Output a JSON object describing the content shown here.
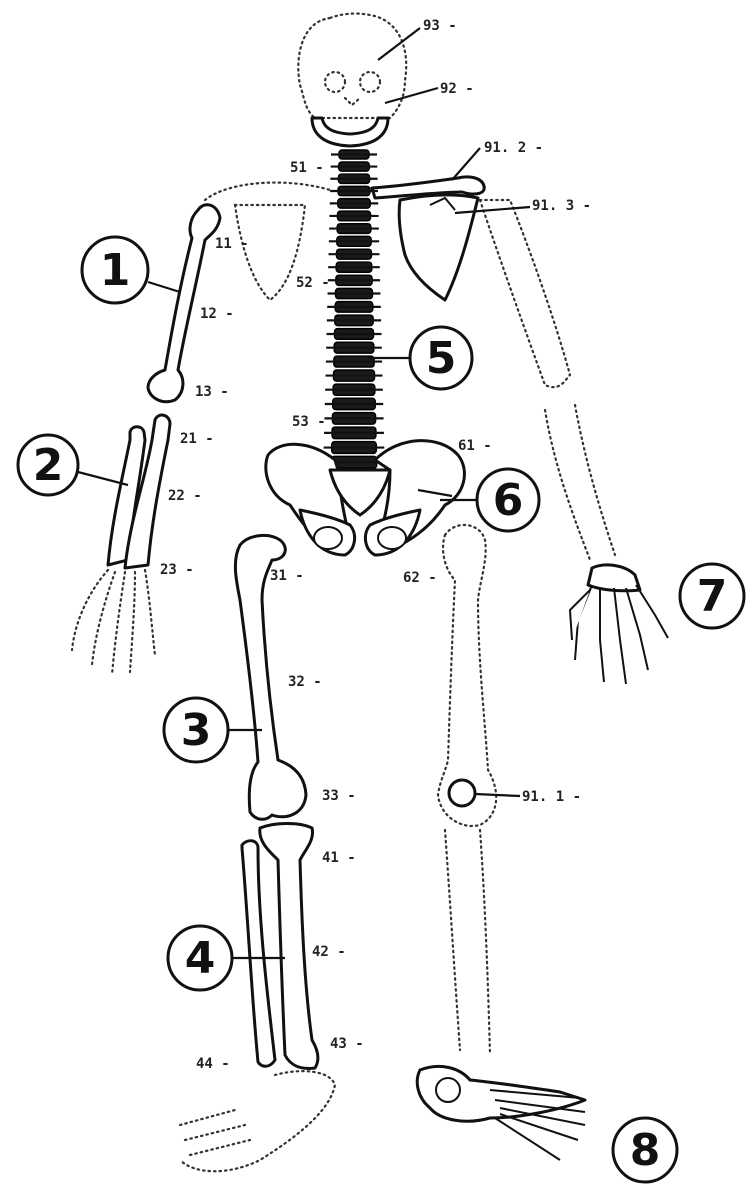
{
  "regions": [
    {
      "key": "humerus",
      "number": "1"
    },
    {
      "key": "forearm",
      "number": "2"
    },
    {
      "key": "femur",
      "number": "3"
    },
    {
      "key": "tibia",
      "number": "4"
    },
    {
      "key": "spine",
      "number": "5"
    },
    {
      "key": "pelvis",
      "number": "6"
    },
    {
      "key": "hand",
      "number": "7"
    },
    {
      "key": "foot",
      "number": "8"
    }
  ],
  "codes": {
    "c93": "93 -",
    "c92": "92 -",
    "c51": "51 -",
    "c91_2": "91. 2 -",
    "c91_3": "91. 3 -",
    "c11": "11 -",
    "c52": "52 -",
    "c12": "12 -",
    "c13": "13 -",
    "c53": "53 -",
    "c21": "21 -",
    "c61": "61 -",
    "c22": "22 -",
    "c23": "23 -",
    "c31": "31 -",
    "c62": "62 -",
    "c32": "32 -",
    "c33": "33 -",
    "c91_1": "91. 1 -",
    "c41": "41 -",
    "c42": "42 -",
    "c43": "43 -",
    "c44": "44 -"
  }
}
